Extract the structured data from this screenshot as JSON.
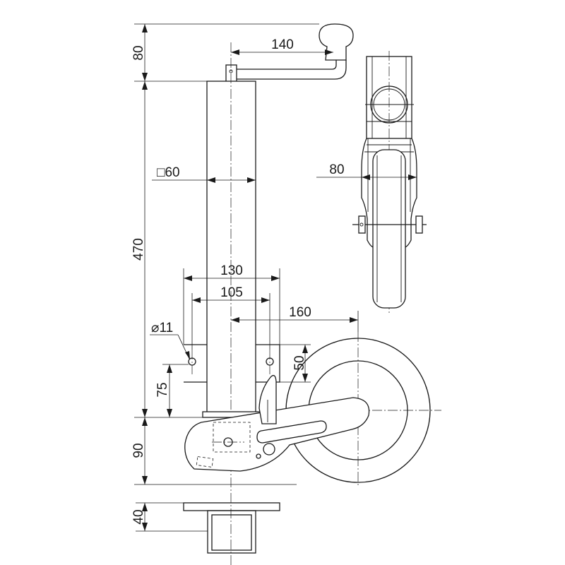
{
  "drawing": {
    "overall_height_top": "80",
    "crank_reach": "140",
    "tube_size": "□60",
    "tube_length": "470",
    "bracket_width": "130",
    "hole_spacing": "105",
    "hole_diameter": "⌀11",
    "wheel_offset": "160",
    "hole_height": "75",
    "clamp_height": "50",
    "foot_height": "90",
    "foot_plate_height": "40",
    "wheel_width": "80"
  }
}
